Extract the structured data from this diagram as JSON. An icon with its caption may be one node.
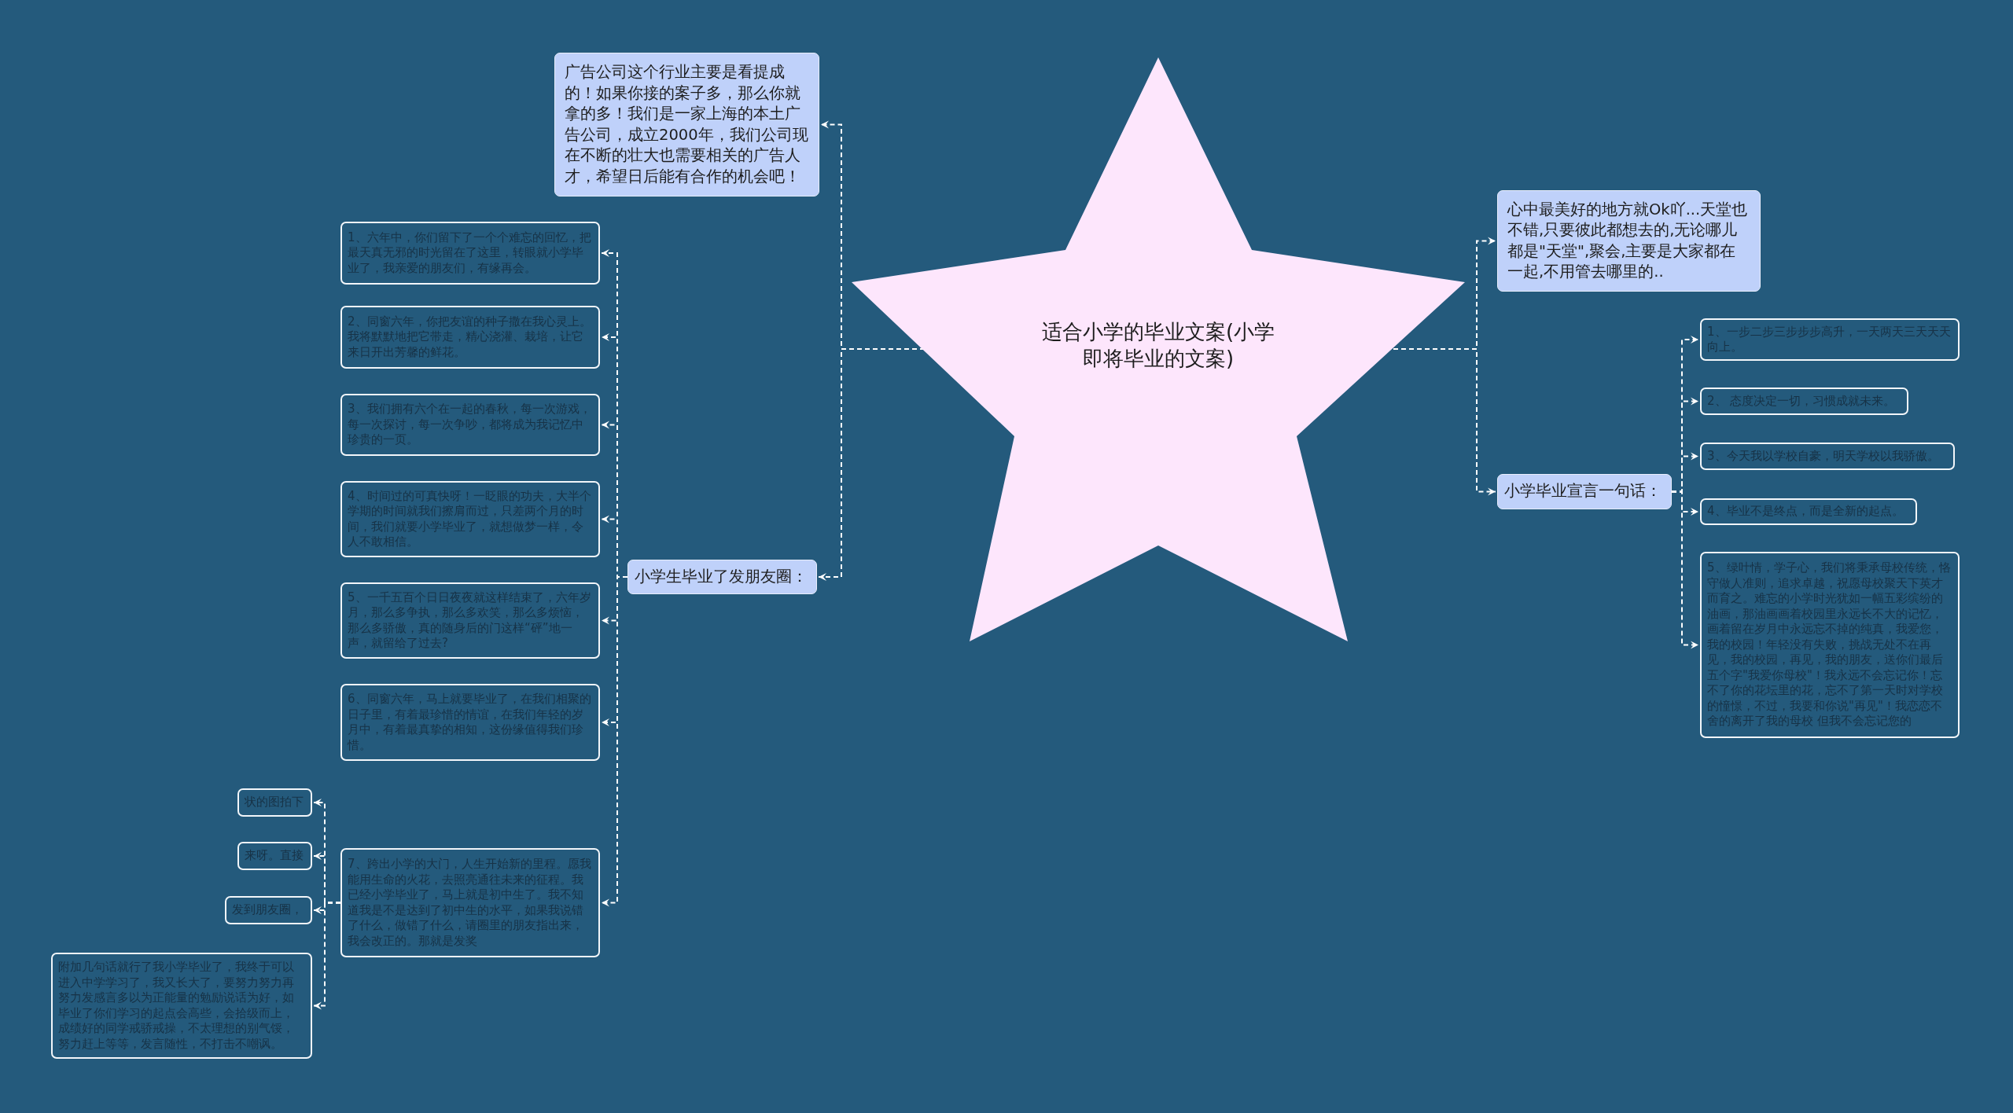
{
  "diagram": {
    "nodes": [
      {
        "text": [
          "适合小学的毕业文案(小学即将毕业的文案)"
        ]
      },
      {
        "text": [
          "广告公司这个行业主要是看提成的！如果你接的案子多，那么你就拿的多！我们是一家上海的本土广告公司，成立2000年，我们公司现在不断的壮大也需要相关的广告人才，希望日后能有合作的机会吧！"
        ]
      },
      {
        "text": [
          "小学生毕业了发朋友圈："
        ]
      },
      {
        "text": [
          "1、六年中，你们留下了一个个难忘的回忆，把最天真无邪的时光留在了这里，转眼就小学毕业了，我亲爱的朋友们，有缘再会。"
        ]
      },
      {
        "text": [
          "2、同窗六年，你把友谊的种子撒在我心灵上。我将默默地把它带走，精心浇灌、栽培，让它来日开出芳馨的鲜花。"
        ]
      },
      {
        "text": [
          "3、我们拥有六个在一起的春秋，每一次游戏，每一次探讨，每一次争吵，都将成为我记忆中珍贵的一页。"
        ]
      },
      {
        "text": [
          "4、时间过的可真快呀！一眨眼的功夫，大半个学期的时间就我们擦肩而过，只差两个月的时间，我们就要小学毕业了，就想做梦一样，令人不敢相信。"
        ]
      },
      {
        "text": [
          "5、一千五百个日日夜夜就这样结束了，六年岁月，那么多争执，那么多欢笑，那么多烦恼，那么多骄傲，真的随身后的门这样“砰”地一声，就留给了过去?"
        ]
      },
      {
        "text": [
          "6、同窗六年，马上就要毕业了，在我们相聚的日子里，有着最珍惜的情谊，在我们年轻的岁月中，有着最真挚的相知，这份缘值得我们珍惜。"
        ]
      },
      {
        "text": [
          "7、跨出小学的大门，人生开始新的里程。愿我能用生命的火花，去照亮通往未来的征程。我已经小学毕业了，马上就是初中生了。我不知道我是不是达到了初中生的水平，如果我说错了什么，做错了什么，请圈里的朋友指出来，我会改正的。那就是发奖"
        ]
      },
      {
        "text": [
          "状的图拍下"
        ]
      },
      {
        "text": [
          "来呀。直接"
        ]
      },
      {
        "text": [
          "发到朋友圈，"
        ]
      },
      {
        "text": [
          "附加几句话就行了我小学毕业了，我终于可以进入中学学习了，我又长大了，要努力努力再努力发感言多以为正能量的勉励说话为好，如毕业了你们学习的起点会高些，会拾级而上，成绩好的同学戒骄戒操，不太理想的别气馁，努力赶上等等，发言随性，不打击不嘲讽。"
        ]
      },
      {
        "text": [
          "心中最美好的地方就Ok吖...天堂也不错,只要彼此都想去的,无论哪儿都是\"天堂\",聚会,主要是大家都在一起,不用管去哪里的.."
        ]
      },
      {
        "text": [
          "小学毕业宣言一句话："
        ]
      },
      {
        "text": [
          "1、一步二步三步步步高升，一天两天三天天天向上。"
        ]
      },
      {
        "text": [
          "2、 态度决定一切，习惯成就未来。"
        ]
      },
      {
        "text": [
          "3、今天我以学校自豪，明天学校以我骄傲。"
        ]
      },
      {
        "text": [
          "4、毕业不是终点，而是全新的起点。"
        ]
      },
      {
        "text": [
          "5、绿叶情，学子心，我们将秉承母校传统，恪守做人准则，追求卓越，祝愿母校聚天下英才而育之。难忘的小学时光犹如一幅五彩缤纷的油画，那油画画着校园里永远长不大的记忆，画着留在岁月中永远忘不掉的纯真，我爱您，我的校园！年轻没有失败，挑战无处不在再见，我的校园，再见，我的朋友，送你们最后五个字\"我爱你母校\"！我永远不会忘记你！忘不了你的花坛里的花，忘不了第一天时对学校的憧憬，不过，我要和你说\"再见\"！我恋恋不舍的离开了我的母校 但我不会忘记您的"
        ]
      }
    ],
    "edges": [
      {
        "from": 0,
        "to": 1,
        "arrow": "to"
      },
      {
        "from": 0,
        "to": 2,
        "arrow": "to"
      },
      {
        "from": 0,
        "to": 14,
        "arrow": "to"
      },
      {
        "from": 0,
        "to": 15,
        "arrow": "to"
      },
      {
        "from": 2,
        "to": 3,
        "arrow": "to"
      },
      {
        "from": 2,
        "to": 4,
        "arrow": "to"
      },
      {
        "from": 2,
        "to": 5,
        "arrow": "to"
      },
      {
        "from": 2,
        "to": 6,
        "arrow": "to"
      },
      {
        "from": 2,
        "to": 7,
        "arrow": "to"
      },
      {
        "from": 2,
        "to": 8,
        "arrow": "to"
      },
      {
        "from": 2,
        "to": 9,
        "arrow": "to"
      },
      {
        "from": 9,
        "to": 10,
        "arrow": "to"
      },
      {
        "from": 9,
        "to": 11,
        "arrow": "to"
      },
      {
        "from": 9,
        "to": 12,
        "arrow": "to"
      },
      {
        "from": 9,
        "to": 13,
        "arrow": "to"
      },
      {
        "from": 15,
        "to": 16,
        "arrow": "to"
      },
      {
        "from": 15,
        "to": 17,
        "arrow": "to"
      },
      {
        "from": 15,
        "to": 18,
        "arrow": "to"
      },
      {
        "from": 15,
        "to": 19,
        "arrow": "to"
      },
      {
        "from": 15,
        "to": 20,
        "arrow": "to"
      }
    ]
  }
}
